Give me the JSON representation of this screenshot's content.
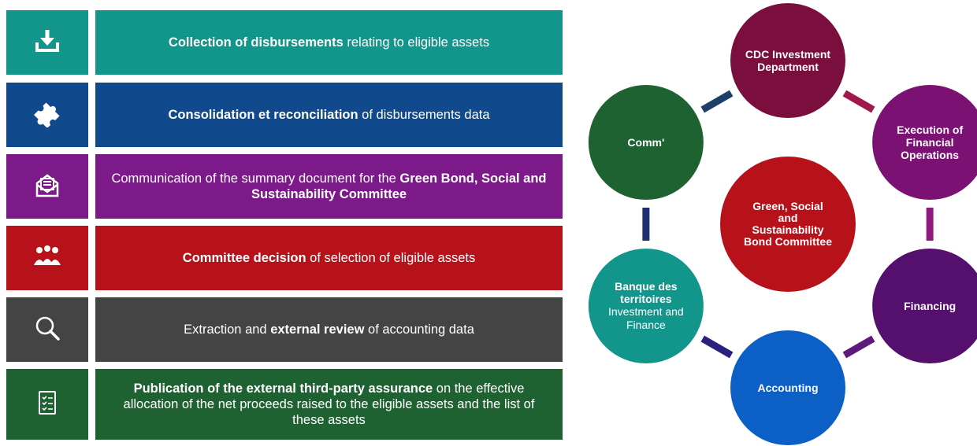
{
  "process_steps": [
    {
      "icon": "download-icon",
      "color": "#12968b",
      "parts": [
        {
          "text": "Collection of disbursements",
          "bold": true
        },
        {
          "text": " relating to eligible assets",
          "bold": false
        }
      ]
    },
    {
      "icon": "puzzle-icon",
      "color": "#104a8c",
      "parts": [
        {
          "text": "Consolidation et reconciliation",
          "bold": true
        },
        {
          "text": " of disbursements data",
          "bold": false
        }
      ]
    },
    {
      "icon": "envelope-document-icon",
      "color": "#7d1a8a",
      "parts": [
        {
          "text": "Communication of the summary document for the ",
          "bold": false
        },
        {
          "text": "Green Bond, Social and Sustainability Committee",
          "bold": true
        }
      ]
    },
    {
      "icon": "team-icon",
      "color": "#b7121a",
      "parts": [
        {
          "text": "Committee decision",
          "bold": true
        },
        {
          "text": " of selection of eligible assets",
          "bold": false
        }
      ]
    },
    {
      "icon": "magnifier-icon",
      "color": "#444444",
      "parts": [
        {
          "text": "Extraction and ",
          "bold": false
        },
        {
          "text": "external review",
          "bold": true
        },
        {
          "text": " of accounting data",
          "bold": false
        }
      ]
    },
    {
      "icon": "checklist-icon",
      "color": "#1f6232",
      "parts": [
        {
          "text": "Publication of the external third-party assurance",
          "bold": true
        },
        {
          "text": " on the effective allocation of the net proceeds raised to the eligible assets and the list of these assets",
          "bold": false
        }
      ]
    }
  ],
  "cycle": {
    "center": {
      "label": "Green, Social and Sustainability Bond Committee",
      "color": "#b7121a"
    },
    "nodes": [
      {
        "label": "CDC Investment Department",
        "color": "#7a0f3e"
      },
      {
        "label": "Execution of Financial Operations",
        "color": "#7b1172"
      },
      {
        "label": "Financing",
        "color": "#55106d"
      },
      {
        "label": "Accounting",
        "color": "#0b5fc5"
      },
      {
        "label": "Banque des territoires",
        "sub": "Investment and Finance",
        "color": "#12968b"
      },
      {
        "label": "Comm'",
        "color": "#1f6232"
      }
    ],
    "connector_colors": [
      "#a0184e",
      "#8e1a80",
      "#5e1a7a",
      "#2a2080",
      "#1e2f74",
      "#1e3f67"
    ]
  }
}
